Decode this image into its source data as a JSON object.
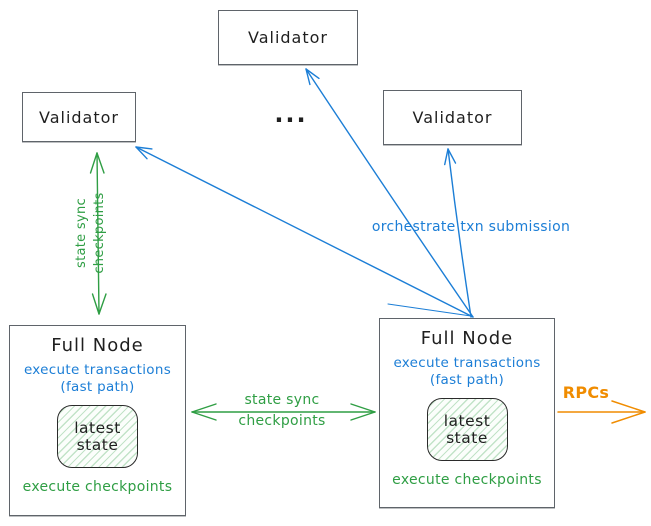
{
  "colors": {
    "blue": "#1c7ed6",
    "green": "#2f9e44",
    "orange": "#f08c00",
    "box_border": "#5f646a",
    "text": "#1f1f1f"
  },
  "validators": {
    "top": {
      "label": "Validator"
    },
    "left": {
      "label": "Validator"
    },
    "right": {
      "label": "Validator"
    },
    "ellipsis": "..."
  },
  "full_node_left": {
    "title": "Full Node",
    "exec_txn_line1": "execute transactions",
    "exec_txn_line2": "(fast path)",
    "state_line1": "latest",
    "state_line2": "state",
    "footer": "execute checkpoints"
  },
  "full_node_right": {
    "title": "Full Node",
    "exec_txn_line1": "execute transactions",
    "exec_txn_line2": "(fast path)",
    "state_line1": "latest",
    "state_line2": "state",
    "footer": "execute checkpoints"
  },
  "labels": {
    "orchestrate": "orchestrate txn submission",
    "state_sync_vertical_line1": "state sync",
    "state_sync_vertical_line2": "checkpoints",
    "state_sync_horizontal_line1": "state sync",
    "state_sync_horizontal_line2": "checkpoints",
    "rpcs": "RPCs"
  }
}
